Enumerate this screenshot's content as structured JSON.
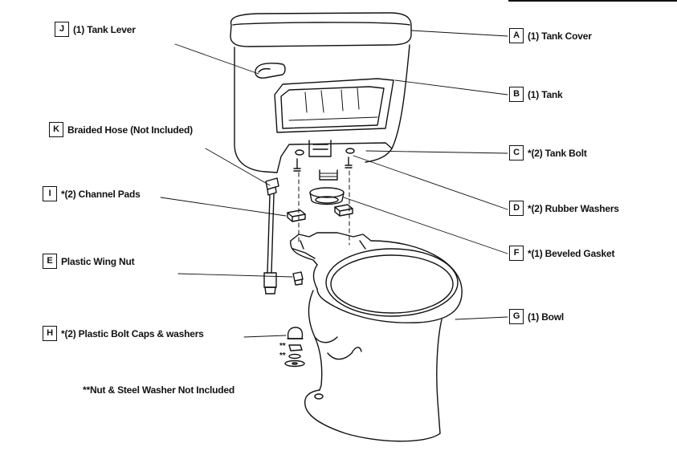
{
  "parts": {
    "J": {
      "letter": "J",
      "text": "(1) Tank Lever"
    },
    "K": {
      "letter": "K",
      "text": "Braided Hose (Not Included)"
    },
    "I": {
      "letter": "I",
      "text": "*(2) Channel Pads"
    },
    "E": {
      "letter": "E",
      "text": "Plastic Wing Nut"
    },
    "H": {
      "letter": "H",
      "text": "*(2) Plastic Bolt Caps & washers"
    },
    "A": {
      "letter": "A",
      "text": "(1) Tank Cover"
    },
    "B": {
      "letter": "B",
      "text": "(1) Tank"
    },
    "C": {
      "letter": "C",
      "text": "*(2) Tank Bolt"
    },
    "D": {
      "letter": "D",
      "text": "*(2) Rubber Washers"
    },
    "F": {
      "letter": "F",
      "text": "*(1) Beveled Gasket"
    },
    "G": {
      "letter": "G",
      "text": "(1) Bowl"
    }
  },
  "note": "**Nut & Steel Washer Not Included",
  "asterisk_marks": [
    "**",
    "**"
  ]
}
